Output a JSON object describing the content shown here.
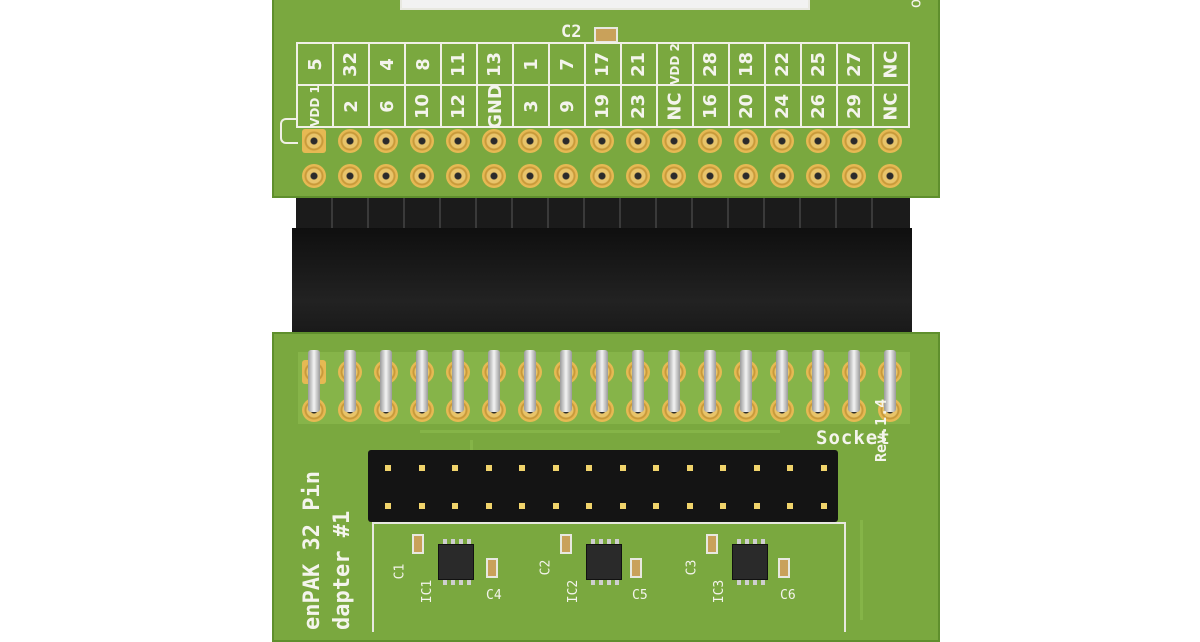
{
  "top_board": {
    "cap_label": "C2",
    "edge_mark": "o",
    "pinmap_row1": [
      "5",
      "32",
      "4",
      "8",
      "11",
      "13",
      "1",
      "7",
      "17",
      "21",
      "VDD 2",
      "28",
      "18",
      "22",
      "25",
      "27",
      "NC"
    ],
    "pinmap_row2": [
      "VDD 1",
      "2",
      "6",
      "10",
      "12",
      "GND",
      "3",
      "9",
      "19",
      "23",
      "NC",
      "16",
      "20",
      "24",
      "26",
      "29",
      "NC"
    ]
  },
  "bottom_board": {
    "socket_label": "Socket",
    "revision": "Rev.1.4",
    "title_line1": "enPAK 32 Pin",
    "title_line2": "dapter #1",
    "caps": [
      "C1",
      "C2",
      "C3",
      "C4",
      "C5",
      "C6"
    ],
    "ics": [
      "IC1",
      "IC2",
      "IC3"
    ]
  },
  "colors": {
    "pcb_green": "#7aa83f",
    "silkscreen": "#f4f4ec",
    "gold_pad": "#e6b953",
    "connector_black": "#161616"
  }
}
